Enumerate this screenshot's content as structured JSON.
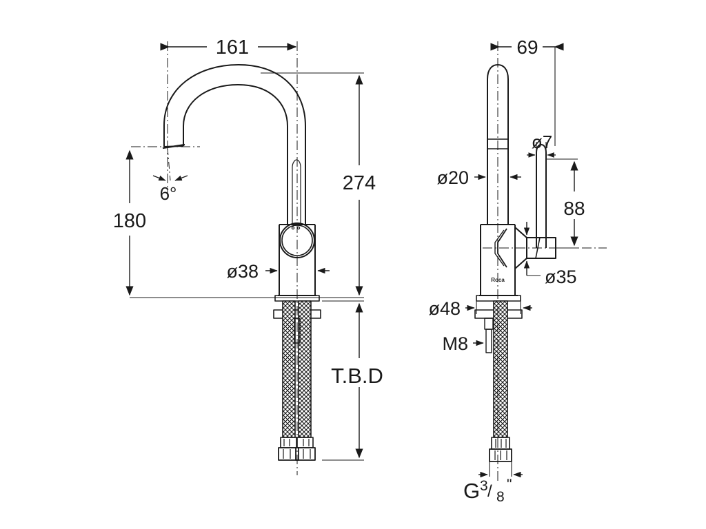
{
  "drawing": {
    "title": "Roca basin mixer tap dimensional drawing",
    "brand_logo": "Roca",
    "background_color": "#ffffff",
    "line_color": "#1a1a1a",
    "units_note": "mm"
  },
  "views": {
    "front": {
      "name": "front-elevation"
    },
    "side": {
      "name": "side-elevation"
    }
  },
  "dimensions": {
    "front": [
      {
        "id": "spout-reach",
        "label": "161",
        "name": "dimension-161"
      },
      {
        "id": "overall-height",
        "label": "274",
        "name": "dimension-274"
      },
      {
        "id": "spout-outlet-height",
        "label": "180",
        "name": "dimension-180"
      },
      {
        "id": "outlet-angle",
        "label": "6°",
        "name": "dimension-6-degrees"
      },
      {
        "id": "body-diameter",
        "label": "ø38",
        "name": "dimension-d38"
      },
      {
        "id": "hose-length",
        "label": "T.B.D",
        "name": "dimension-tbd"
      }
    ],
    "side": [
      {
        "id": "side-depth",
        "label": "69",
        "name": "dimension-69"
      },
      {
        "id": "column-diameter",
        "label": "ø20",
        "name": "dimension-d20"
      },
      {
        "id": "lever-diameter",
        "label": "ø7",
        "name": "dimension-d7"
      },
      {
        "id": "lever-height",
        "label": "88",
        "name": "dimension-88"
      },
      {
        "id": "handle-boss-diameter",
        "label": "ø35",
        "name": "dimension-d35"
      },
      {
        "id": "base-flange-diameter",
        "label": "ø48",
        "name": "dimension-d48"
      },
      {
        "id": "fixing-stud-thread",
        "label": "M8",
        "name": "dimension-m8"
      }
    ],
    "supply_thread": {
      "prefix": "G",
      "numerator": "3",
      "denominator": "8",
      "suffix": "\"",
      "name": "dimension-g-three-eighths"
    }
  }
}
